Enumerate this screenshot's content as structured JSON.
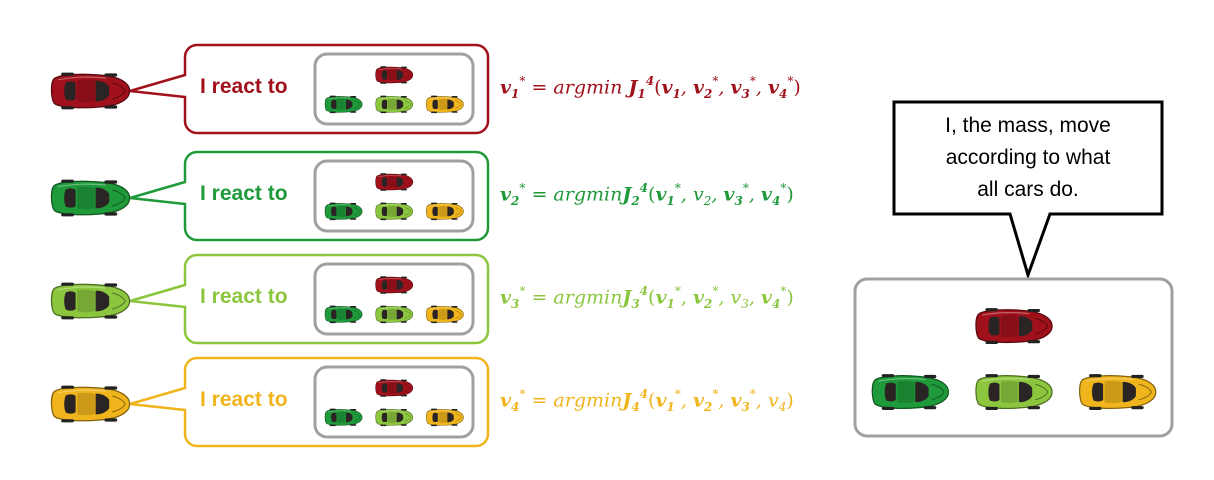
{
  "colors": {
    "red": "#a0111b",
    "green": "#1f9a3a",
    "lime": "#8cc63e",
    "yellow": "#f0b41c",
    "frame": "#a0a0a0"
  },
  "rows": [
    {
      "label": "I react to",
      "color": "#a0111b",
      "car": "red",
      "eq": {
        "v": "v",
        "i": "1",
        "J": "J",
        "sup": "4",
        "sub": "1",
        "lhs_star": "*",
        "eq_text": " = argmin ",
        "args": [
          {
            "sub": "1",
            "star": false,
            "bold": true
          },
          {
            "sub": "2",
            "star": true,
            "bold": true
          },
          {
            "sub": "3",
            "star": true,
            "bold": true
          },
          {
            "sub": "4",
            "star": true,
            "bold": true
          }
        ]
      }
    },
    {
      "label": "I react to",
      "color": "#1f9a3a",
      "car": "green",
      "eq": {
        "v": "v",
        "i": "2",
        "J": "J",
        "sup": "4",
        "sub": "2",
        "lhs_star": "*",
        "eq_text": " = argmin",
        "args": [
          {
            "sub": "1",
            "star": true,
            "bold": true
          },
          {
            "sub": "2",
            "star": false,
            "bold": false
          },
          {
            "sub": "3",
            "star": true,
            "bold": true
          },
          {
            "sub": "4",
            "star": true,
            "bold": true
          }
        ]
      }
    },
    {
      "label": "I react to",
      "color": "#8cc63e",
      "car": "lime",
      "eq": {
        "v": "v",
        "i": "3",
        "J": "J",
        "sup": "4",
        "sub": "3",
        "lhs_star": "*",
        "eq_text": " = argmin",
        "args": [
          {
            "sub": "1",
            "star": true,
            "bold": true
          },
          {
            "sub": "2",
            "star": true,
            "bold": true
          },
          {
            "sub": "3",
            "star": false,
            "bold": false
          },
          {
            "sub": "4",
            "star": true,
            "bold": true
          }
        ]
      }
    },
    {
      "label": "I react to",
      "color": "#f0b41c",
      "car": "yellow",
      "eq": {
        "v": "v",
        "i": "4",
        "J": "J",
        "sup": "4",
        "sub": "4",
        "lhs_star": "*",
        "eq_text": " = argmin",
        "args": [
          {
            "sub": "1",
            "star": true,
            "bold": true
          },
          {
            "sub": "2",
            "star": true,
            "bold": true
          },
          {
            "sub": "3",
            "star": true,
            "bold": true
          },
          {
            "sub": "4",
            "star": false,
            "bold": false
          }
        ]
      }
    }
  ],
  "mass": {
    "speech_lines": [
      "I, the mass, move",
      "according to what",
      "all cars do."
    ],
    "cars": [
      "red",
      "green",
      "lime",
      "yellow"
    ]
  },
  "icons": {
    "car": "car-icon",
    "group": "car-group-icon"
  }
}
